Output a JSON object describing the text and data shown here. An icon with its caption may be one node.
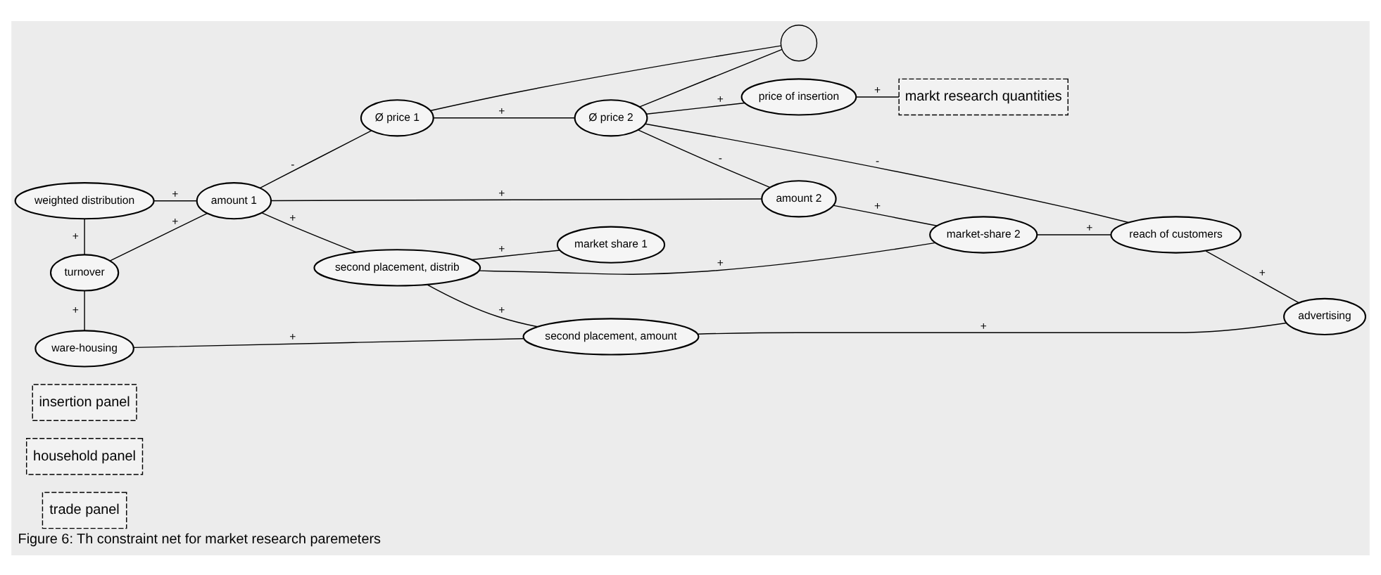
{
  "diagram": {
    "caption": "Figure 6: Th constraint net for market research paremeters",
    "nodes": [
      {
        "text": [
          "trade panel"
        ]
      },
      {
        "text": [
          "household panel"
        ]
      },
      {
        "text": [
          "insertion panel"
        ]
      },
      {
        "text": [
          "markt research quantities"
        ]
      },
      {
        "text": [
          "weighted distribution"
        ]
      },
      {
        "text": [
          "amount 1"
        ]
      },
      {
        "text": [
          "Ø price 1"
        ]
      },
      {
        "text": [
          "Ø price 2"
        ]
      },
      {
        "text": [
          "price of insertion"
        ]
      },
      {
        "text": [
          "turnover"
        ]
      },
      {
        "text": [
          "second placement, distrib"
        ]
      },
      {
        "text": [
          "amount 2"
        ]
      },
      {
        "text": [
          "market share 1"
        ]
      },
      {
        "text": [
          "reach of customers"
        ]
      },
      {
        "text": [
          "market-share 2"
        ]
      },
      {
        "text": [
          "advertising"
        ]
      },
      {
        "text": [
          "ware-housing"
        ]
      },
      {
        "text": [
          "second placement, amount"
        ]
      },
      {
        "text": [],
        "shape": "circle"
      }
    ],
    "edges": [
      {
        "from": 4,
        "to": 5,
        "arrow": "none",
        "label": "+"
      },
      {
        "from": 5,
        "to": 6,
        "arrow": "none",
        "label": "-"
      },
      {
        "from": 6,
        "to": 7,
        "arrow": "none",
        "label": "+"
      },
      {
        "from": 7,
        "to": 8,
        "arrow": "none",
        "label": "+"
      },
      {
        "from": 8,
        "to": 3,
        "arrow": "none",
        "label": "+"
      },
      {
        "from": 4,
        "to": 9,
        "arrow": "none",
        "label": "+"
      },
      {
        "from": 9,
        "to": 5,
        "arrow": "none",
        "label": "+"
      },
      {
        "from": 5,
        "to": 10,
        "arrow": "none",
        "label": "+"
      },
      {
        "from": 5,
        "to": 11,
        "arrow": "none",
        "label": "+"
      },
      {
        "from": 7,
        "to": 11,
        "arrow": "none",
        "label": "-"
      },
      {
        "from": 7,
        "to": 13,
        "arrow": "none",
        "label": "-"
      },
      {
        "from": 10,
        "to": 12,
        "arrow": "none",
        "label": "+"
      },
      {
        "from": 10,
        "to": 14,
        "arrow": "none",
        "label": "+"
      },
      {
        "from": 11,
        "to": 14,
        "arrow": "none",
        "label": "+"
      },
      {
        "from": 14,
        "to": 13,
        "arrow": "none",
        "label": "+"
      },
      {
        "from": 13,
        "to": 15,
        "arrow": "none",
        "label": "+"
      },
      {
        "from": 9,
        "to": 16,
        "arrow": "none",
        "label": "+"
      },
      {
        "from": 10,
        "to": 17,
        "arrow": "none",
        "label": "+"
      },
      {
        "from": 16,
        "to": 17,
        "arrow": "none",
        "label": "+"
      },
      {
        "from": 17,
        "to": 15,
        "arrow": "none",
        "label": "+"
      },
      {
        "from": 6,
        "to": 18,
        "arrow": "none"
      },
      {
        "from": 7,
        "to": 18,
        "arrow": "none"
      }
    ]
  }
}
